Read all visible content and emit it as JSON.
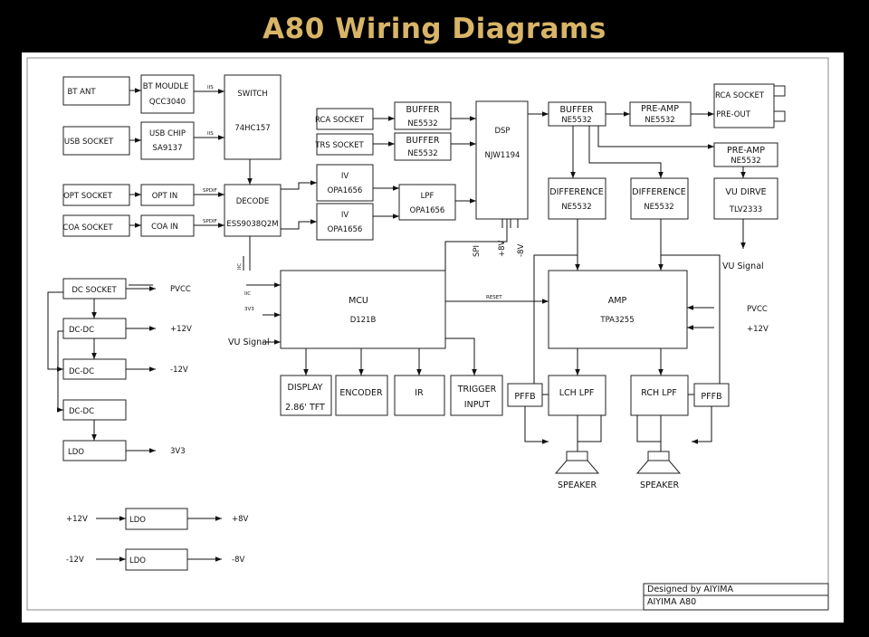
{
  "title": "A80 Wiring Diagrams",
  "blocks": {
    "bt_ant": "BT ANT",
    "usb_socket": "USB SOCKET",
    "opt_socket": "OPT SOCKET",
    "coa_socket": "COA SOCKET",
    "bt_module_1": "BT MOUDLE",
    "bt_module_2": "QCC3040",
    "usb_chip_1": "USB CHIP",
    "usb_chip_2": "SA9137",
    "opt_in": "OPT IN",
    "coa_in": "COA IN",
    "switch_1": "SWITCH",
    "switch_2": "74HC157",
    "decode_1": "DECODE",
    "decode_2": "ESS9038Q2M",
    "iv1_1": "IV",
    "iv1_2": "OPA1656",
    "iv2_1": "IV",
    "iv2_2": "OPA1656",
    "lpf_1": "LPF",
    "lpf_2": "OPA1656",
    "rca_socket_in": "RCA SOCKET",
    "trs_socket": "TRS SOCKET",
    "buffer1_1": "BUFFER",
    "buffer1_2": "NE5532",
    "buffer2_1": "BUFFER",
    "buffer2_2": "NE5532",
    "dsp_1": "DSP",
    "dsp_2": "NJW1194",
    "buffer3_1": "BUFFER",
    "buffer3_2": "NE5532",
    "preamp1_1": "PRE-AMP",
    "preamp1_2": "NE5532",
    "rca_out_1": "RCA SOCKET",
    "rca_out_2": "PRE-OUT",
    "preamp2_1": "PRE-AMP",
    "preamp2_2": "NE5532",
    "diff1_1": "DIFFERENCE",
    "diff1_2": "NE5532",
    "diff2_1": "DIFFERENCE",
    "diff2_2": "NE5532",
    "vu_1": "VU DIRVE",
    "vu_2": "TLV2333",
    "mcu_1": "MCU",
    "mcu_2": "D121B",
    "amp_1": "AMP",
    "amp_2": "TPA3255",
    "display_1": "DISPLAY",
    "display_2": "2.86' TFT",
    "encoder": "ENCODER",
    "ir": "IR",
    "trigger_1": "TRIGGER",
    "trigger_2": "INPUT",
    "pffb_l": "PFFB",
    "pffb_r": "PFFB",
    "lch_lpf": "LCH LPF",
    "rch_lpf": "RCH LPF",
    "dc_socket": "DC SOCKET",
    "dcdc1": "DC-DC",
    "dcdc2": "DC-DC",
    "dcdc3": "DC-DC",
    "ldo_main": "LDO",
    "ldo_p8": "LDO",
    "ldo_m8": "LDO"
  },
  "labels": {
    "i2s_1": "IIS",
    "i2s_2": "IIS",
    "spdif_1": "SPDIF",
    "spdif_2": "SPDIF",
    "iic_dec": "IIC",
    "iic_mcu": "IIC",
    "v33_mcu": "3V3",
    "vu_signal_in": "VU Signal",
    "vu_signal_out": "VU Signal",
    "spi": "SPI",
    "p8v": "+8V",
    "m8v": "-8V",
    "reset": "RESET",
    "pvcc_amp": "PVCC",
    "p12_amp": "+12V",
    "speaker_l": "SPEAKER",
    "speaker_r": "SPEAKER",
    "pvcc": "PVCC",
    "p12v": "+12V",
    "m12v": "-12V",
    "v33": "3V3",
    "ldo_in_p12": "+12V",
    "ldo_out_p8": "+8V",
    "ldo_in_m12": "-12V",
    "ldo_out_m8": "-8V"
  },
  "title_block": {
    "designer": "Designed by AIYIMA",
    "model": "AIYIMA A80"
  }
}
